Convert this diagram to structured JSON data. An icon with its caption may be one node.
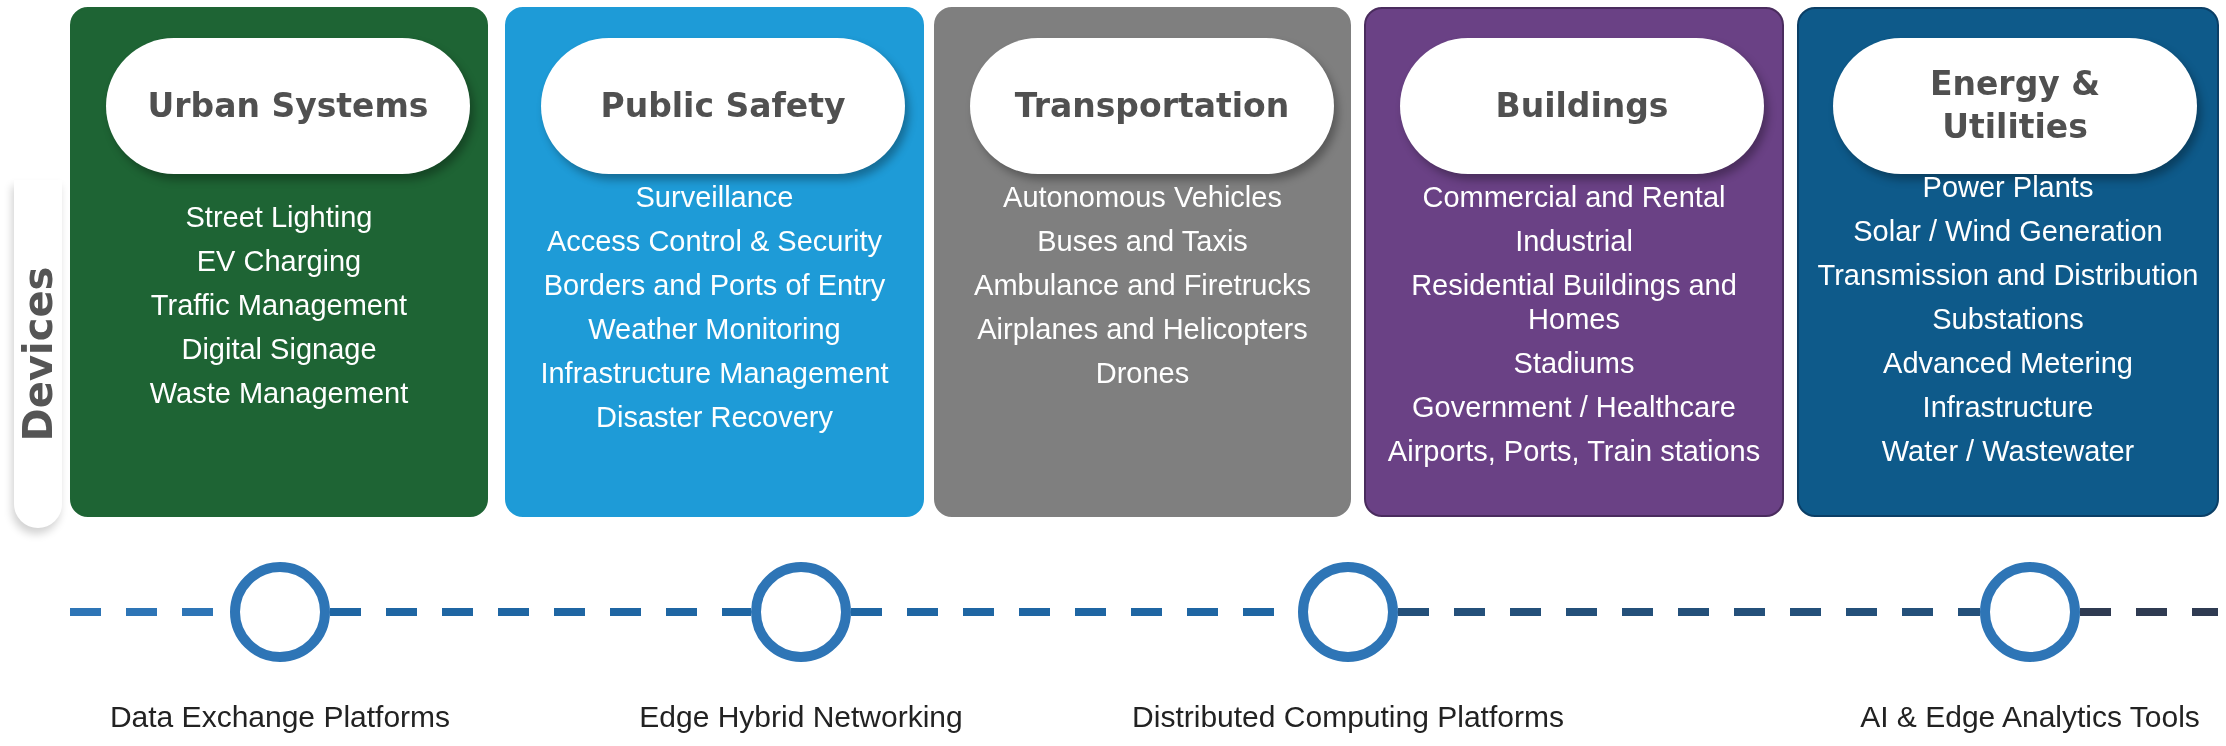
{
  "diagram": {
    "nodes": [
      {
        "text": [
          "Devices"
        ]
      },
      {
        "text": [
          "Street Lighting",
          "EV Charging",
          "Traffic Management",
          "Digital Signage",
          "Waste Management"
        ]
      },
      {
        "text": [
          "Urban Systems"
        ],
        "in": 1
      },
      {
        "text": [
          "Surveillance",
          "Access Control & Security",
          "Borders and Ports of Entry",
          "Weather Monitoring",
          "Infrastructure Management",
          "Disaster Recovery"
        ]
      },
      {
        "text": [
          "Public Safety"
        ],
        "in": 3
      },
      {
        "text": [
          "Autonomous Vehicles",
          "Buses and Taxis",
          "Ambulance and Firetrucks",
          "Airplanes and Helicopters",
          "Drones"
        ]
      },
      {
        "text": [
          "Transportation"
        ],
        "in": 5
      },
      {
        "text": [
          "Commercial and Rental",
          "Industrial",
          "Residential Buildings and Homes",
          "Stadiums",
          "Government / Healthcare",
          "Airports, Ports, Train stations"
        ]
      },
      {
        "text": [
          "Buildings"
        ],
        "in": 7
      },
      {
        "text": [
          "Power Plants",
          "Solar / Wind Generation",
          "Transmission and Distribution",
          "Substations",
          "Advanced Metering",
          "Infrastructure",
          "Water / Wastewater"
        ]
      },
      {
        "text": [
          "Energy & Utilities"
        ],
        "in": 9
      },
      {
        "text": [],
        "shape": "circle",
        "beside": [
          "Data Exchange Platforms"
        ]
      },
      {
        "text": [],
        "shape": "circle",
        "beside": [
          "Edge Hybrid Networking"
        ]
      },
      {
        "text": [],
        "shape": "circle",
        "beside": [
          "Distributed Computing Platforms"
        ]
      },
      {
        "text": [],
        "shape": "circle",
        "beside": [
          "AI & Edge Analytics Tools"
        ]
      }
    ],
    "edges": [
      {
        "from": null,
        "to": 11,
        "arrow": "none",
        "style": "dashed",
        "color": "#2e75b6"
      },
      {
        "from": 11,
        "to": 12,
        "arrow": "none",
        "style": "dashed"
      },
      {
        "from": 12,
        "to": 13,
        "arrow": "none",
        "style": "dashed"
      },
      {
        "from": 13,
        "to": 14,
        "arrow": "none",
        "style": "dashed",
        "color": "#24507a"
      },
      {
        "from": 14,
        "to": null,
        "arrow": "none",
        "style": "dashed",
        "color": "#2f3b52"
      }
    ]
  }
}
